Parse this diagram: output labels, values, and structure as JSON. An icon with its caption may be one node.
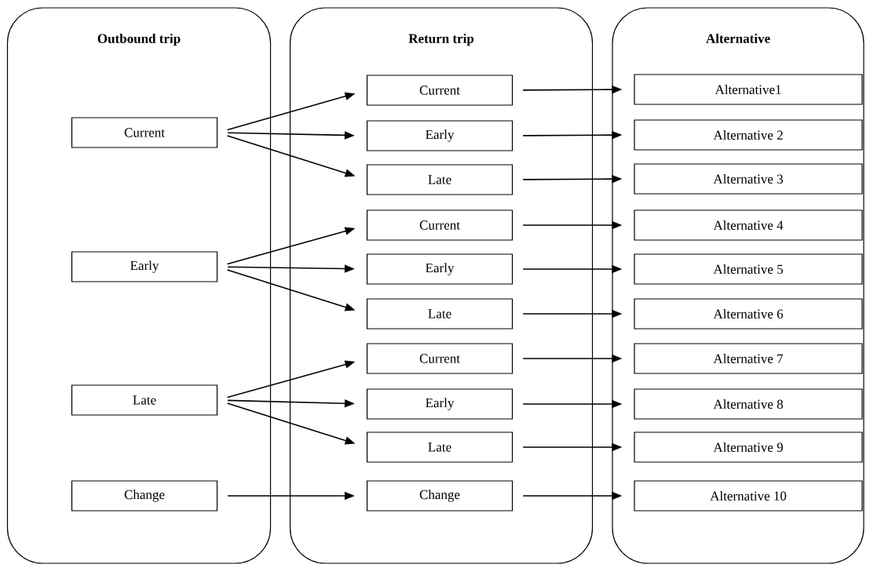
{
  "diagram": {
    "nodes": [
      {
        "text": [
          "Outbound trip"
        ]
      },
      {
        "text": [
          "Current"
        ],
        "in": 0
      },
      {
        "text": [
          "Early"
        ],
        "in": 0
      },
      {
        "text": [
          "Late"
        ],
        "in": 0
      },
      {
        "text": [
          "Change"
        ],
        "in": 0
      },
      {
        "text": [
          "Return trip"
        ]
      },
      {
        "text": [
          "Current"
        ],
        "in": 5
      },
      {
        "text": [
          "Early"
        ],
        "in": 5
      },
      {
        "text": [
          "Late"
        ],
        "in": 5
      },
      {
        "text": [
          "Current"
        ],
        "in": 5
      },
      {
        "text": [
          "Early"
        ],
        "in": 5
      },
      {
        "text": [
          "Late"
        ],
        "in": 5
      },
      {
        "text": [
          "Current"
        ],
        "in": 5
      },
      {
        "text": [
          "Early"
        ],
        "in": 5
      },
      {
        "text": [
          "Late"
        ],
        "in": 5
      },
      {
        "text": [
          "Change"
        ],
        "in": 5
      },
      {
        "text": [
          "Alternative"
        ]
      },
      {
        "text": [
          "Alternative1"
        ],
        "in": 16
      },
      {
        "text": [
          "Alternative 2"
        ],
        "in": 16
      },
      {
        "text": [
          "Alternative 3"
        ],
        "in": 16
      },
      {
        "text": [
          "Alternative 4"
        ],
        "in": 16
      },
      {
        "text": [
          "Alternative 5"
        ],
        "in": 16
      },
      {
        "text": [
          "Alternative 6"
        ],
        "in": 16
      },
      {
        "text": [
          "Alternative 7"
        ],
        "in": 16
      },
      {
        "text": [
          "Alternative 8"
        ],
        "in": 16
      },
      {
        "text": [
          "Alternative 9"
        ],
        "in": 16
      },
      {
        "text": [
          "Alternative 10"
        ],
        "in": 16
      }
    ],
    "edges": [
      {
        "from": 1,
        "to": 6,
        "arrow": "to"
      },
      {
        "from": 1,
        "to": 7,
        "arrow": "to"
      },
      {
        "from": 1,
        "to": 8,
        "arrow": "to"
      },
      {
        "from": 2,
        "to": 9,
        "arrow": "to"
      },
      {
        "from": 2,
        "to": 10,
        "arrow": "to"
      },
      {
        "from": 2,
        "to": 11,
        "arrow": "to"
      },
      {
        "from": 3,
        "to": 12,
        "arrow": "to"
      },
      {
        "from": 3,
        "to": 13,
        "arrow": "to"
      },
      {
        "from": 3,
        "to": 14,
        "arrow": "to"
      },
      {
        "from": 4,
        "to": 15,
        "arrow": "to"
      },
      {
        "from": 6,
        "to": 17,
        "arrow": "to"
      },
      {
        "from": 7,
        "to": 18,
        "arrow": "to"
      },
      {
        "from": 8,
        "to": 19,
        "arrow": "to"
      },
      {
        "from": 9,
        "to": 20,
        "arrow": "to"
      },
      {
        "from": 10,
        "to": 21,
        "arrow": "to"
      },
      {
        "from": 11,
        "to": 22,
        "arrow": "to"
      },
      {
        "from": 12,
        "to": 23,
        "arrow": "to"
      },
      {
        "from": 13,
        "to": 24,
        "arrow": "to"
      },
      {
        "from": 14,
        "to": 25,
        "arrow": "to"
      },
      {
        "from": 15,
        "to": 26,
        "arrow": "to"
      }
    ]
  }
}
